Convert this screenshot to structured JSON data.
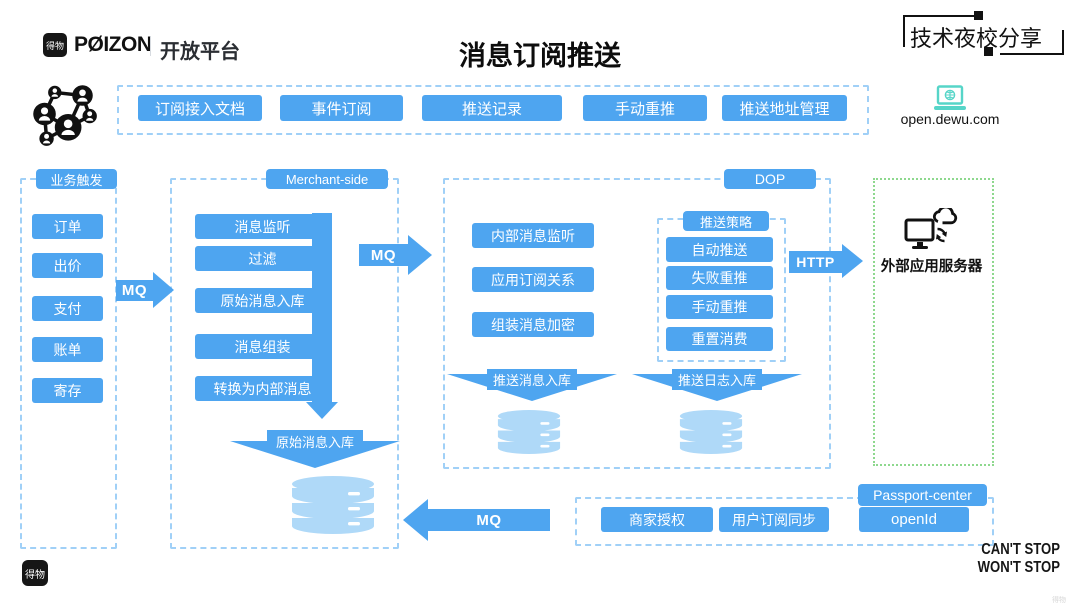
{
  "header": {
    "logo_badge": "得物",
    "brand": "PØIZON",
    "platform": "开放平台",
    "title": "消息订阅推送",
    "stamp": "技术夜校分享",
    "site": "open.dewu.com"
  },
  "toolbar": {
    "buttons": [
      "订阅接入文档",
      "事件订阅",
      "推送记录",
      "手动重推",
      "推送地址管理"
    ]
  },
  "business": {
    "title": "业务触发",
    "items": [
      "订单",
      "出价",
      "支付",
      "账单",
      "寄存"
    ]
  },
  "merchant": {
    "title": "Merchant-side",
    "steps": [
      "消息监听",
      "过滤",
      "原始消息入库",
      "消息组装",
      "转换为内部消息"
    ],
    "funnel_label": "原始消息入库"
  },
  "dop": {
    "title": "DOP",
    "items": [
      "内部消息监听",
      "应用订阅关系",
      "组装消息加密"
    ],
    "strategy": {
      "title": "推送策略",
      "items": [
        "自动推送",
        "失败重推",
        "手动重推",
        "重置消费"
      ]
    },
    "funnels": [
      "推送消息入库",
      "推送日志入库"
    ]
  },
  "external": {
    "label": "外部应用服务器"
  },
  "passport": {
    "title": "Passport-center",
    "items": [
      "商家授权",
      "用户订阅同步",
      "openId"
    ]
  },
  "arrows": {
    "mq1": "MQ",
    "mq2": "MQ",
    "http": "HTTP",
    "mq_bottom": "MQ"
  },
  "footer": {
    "slogan_line1": "CAN'T STOP",
    "slogan_line2": "WON'T STOP",
    "logo_badge": "得物",
    "watermark": "得物"
  },
  "colors": {
    "primary_blue": "#4EA5F0",
    "dashed_blue": "#A0D0F7",
    "database_fill": "#AFD9F8",
    "external_green": "#8ED88E",
    "laptop_teal": "#56D5C8",
    "ink": "#161616"
  }
}
